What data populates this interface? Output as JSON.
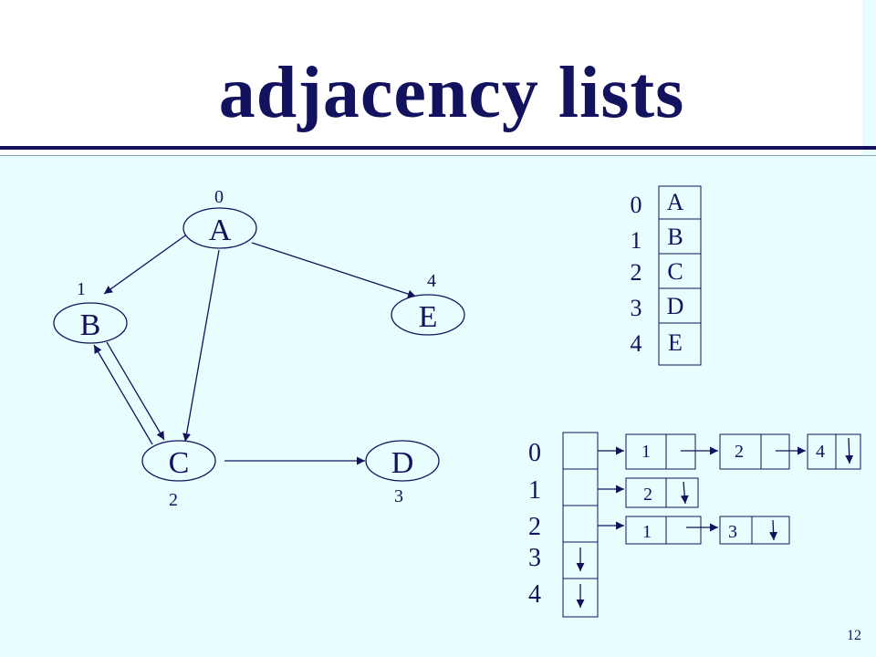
{
  "slide": {
    "title": "adjacency lists",
    "page_number": "12"
  },
  "graph": {
    "nodes": [
      {
        "id": "A",
        "label": "A",
        "index": "0"
      },
      {
        "id": "B",
        "label": "B",
        "index": "1"
      },
      {
        "id": "C",
        "label": "C",
        "index": "2"
      },
      {
        "id": "D",
        "label": "D",
        "index": "3"
      },
      {
        "id": "E",
        "label": "E",
        "index": "4"
      }
    ],
    "edges": [
      {
        "from": "A",
        "to": "B"
      },
      {
        "from": "A",
        "to": "C"
      },
      {
        "from": "A",
        "to": "E"
      },
      {
        "from": "B",
        "to": "C"
      },
      {
        "from": "C",
        "to": "B"
      },
      {
        "from": "C",
        "to": "D"
      }
    ]
  },
  "vertex_array": {
    "indices": [
      "0",
      "1",
      "2",
      "3",
      "4"
    ],
    "labels": [
      "A",
      "B",
      "C",
      "D",
      "E"
    ]
  },
  "adjacency_lists": {
    "indices": [
      "0",
      "1",
      "2",
      "3",
      "4"
    ],
    "lists": [
      [
        "1",
        "2",
        "4"
      ],
      [
        "2"
      ],
      [
        "1",
        "3"
      ],
      [],
      []
    ]
  },
  "colors": {
    "ink": "#12125e",
    "body_background": "#e8fdfd",
    "node_fill": "#e8fdfd"
  }
}
